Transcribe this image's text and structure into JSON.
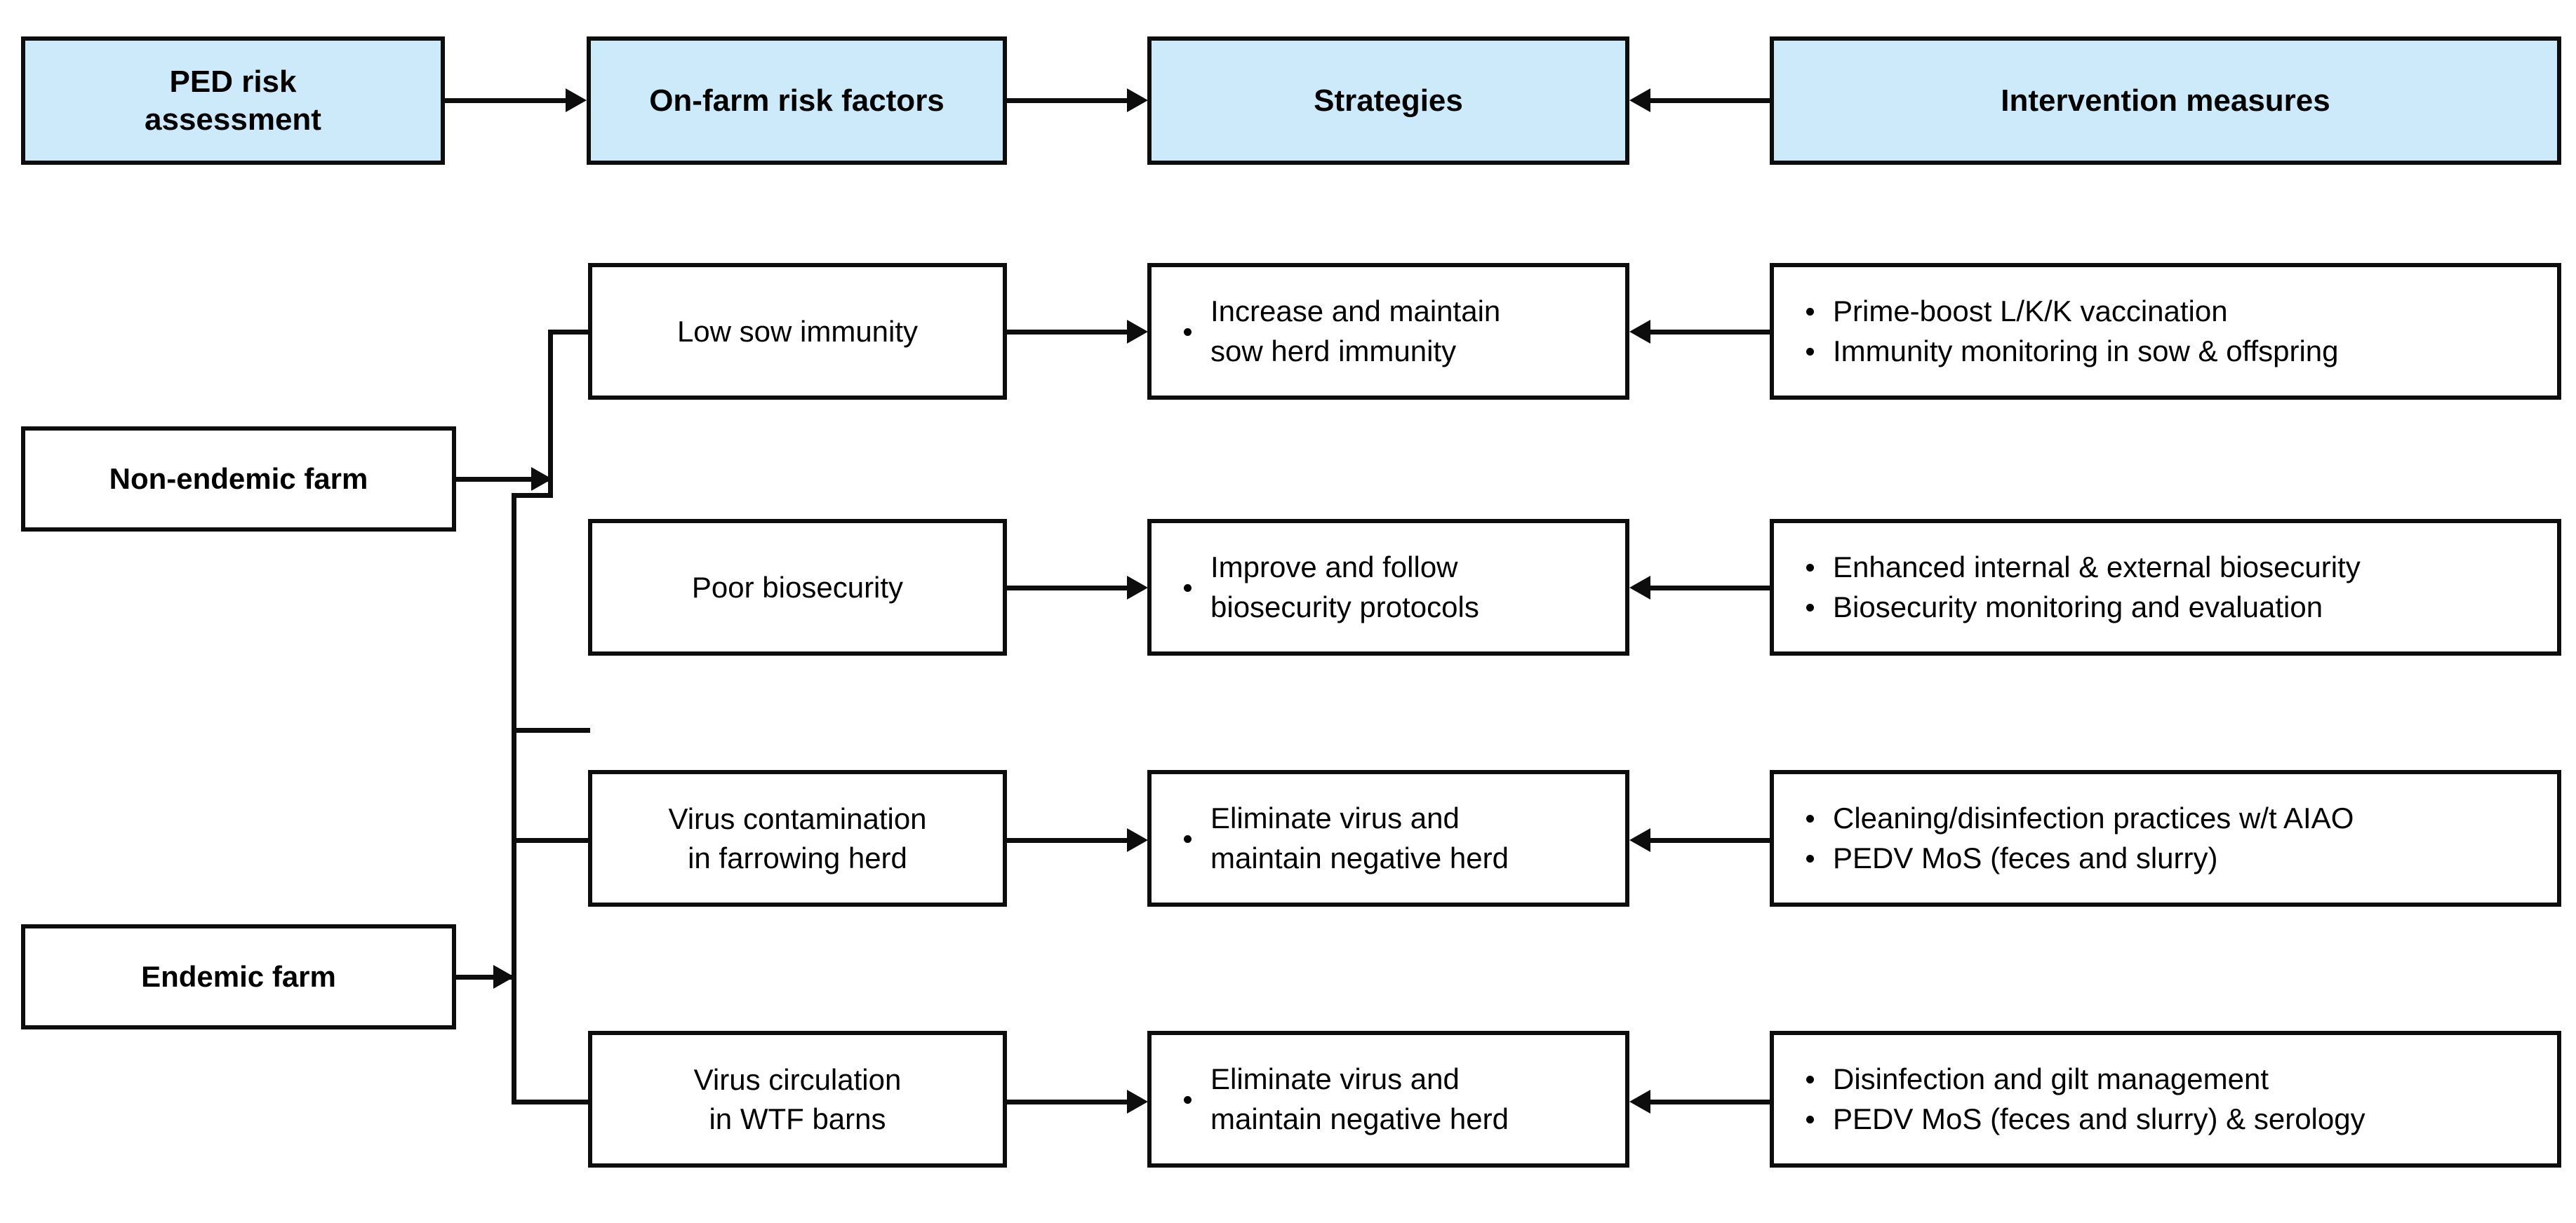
{
  "diagram": {
    "title": "PED risk assessment framework flow chart",
    "colors": {
      "header_fill": "#cdeafa",
      "line": "#0d0d0d",
      "box_fill": "#ffffff"
    },
    "headers": [
      {
        "id": "ped-risk-assessment",
        "label": "PED risk\nassessment"
      },
      {
        "id": "on-farm-risk-factors",
        "label": "On-farm risk factors"
      },
      {
        "id": "strategies",
        "label": "Strategies"
      },
      {
        "id": "intervention-measures",
        "label": "Intervention measures"
      }
    ],
    "farms": [
      {
        "id": "non-endemic-farm",
        "label": "Non-endemic farm"
      },
      {
        "id": "endemic-farm",
        "label": "Endemic farm"
      }
    ],
    "risk_factors": [
      {
        "id": "low-sow-immunity",
        "label": "Low sow immunity"
      },
      {
        "id": "poor-biosecurity",
        "label": "Poor biosecurity"
      },
      {
        "id": "virus-contamination-farrowing-herd",
        "label": "Virus contamination\nin farrowing herd"
      },
      {
        "id": "virus-circulation-wtf-barns",
        "label": "Virus circulation\nin WTF barns"
      }
    ],
    "strategies": [
      {
        "id": "strategy-sow-herd-immunity",
        "bullets": [
          "Increase and maintain\nsow herd immunity"
        ]
      },
      {
        "id": "strategy-biosecurity-protocols",
        "bullets": [
          "Improve and follow\nbiosecurity protocols"
        ]
      },
      {
        "id": "strategy-eliminate-virus-farrowing",
        "bullets": [
          "Eliminate virus and\nmaintain negative herd"
        ]
      },
      {
        "id": "strategy-eliminate-virus-wtf",
        "bullets": [
          "Eliminate virus and\nmaintain negative herd"
        ]
      }
    ],
    "interventions": [
      {
        "id": "intervention-immunity",
        "bullets": [
          "Prime-boost L/K/K vaccination",
          "Immunity monitoring in sow & offspring"
        ]
      },
      {
        "id": "intervention-biosecurity",
        "bullets": [
          "Enhanced internal & external biosecurity",
          "Biosecurity monitoring and evaluation"
        ]
      },
      {
        "id": "intervention-cleaning",
        "bullets": [
          "Cleaning/disinfection practices w/t AIAO",
          "PEDV MoS (feces and slurry)"
        ]
      },
      {
        "id": "intervention-gilt",
        "bullets": [
          "Disinfection and gilt management",
          "PEDV MoS (feces and slurry) & serology"
        ]
      }
    ],
    "arrow_labels": {
      "hdr_1_to_2": "PED risk assessment leads to on-farm risk factors",
      "hdr_2_to_3": "On-farm risk factors lead to strategies",
      "hdr_4_to_3": "Intervention measures support strategies"
    }
  }
}
